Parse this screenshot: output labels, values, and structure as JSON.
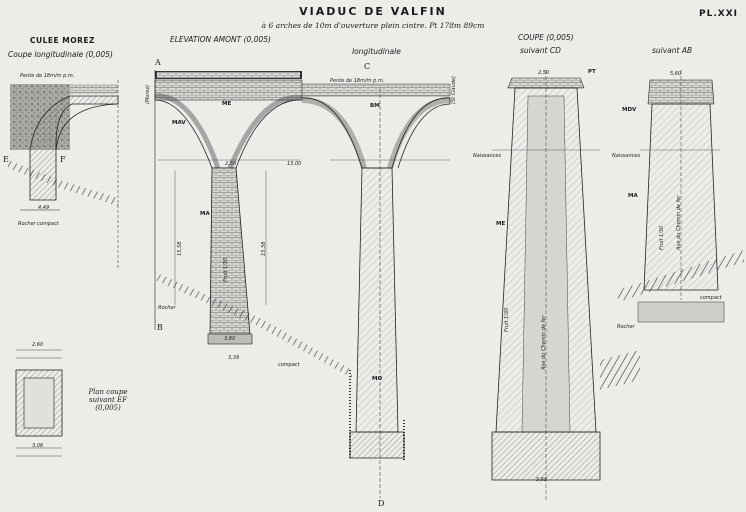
{
  "title": "VIADUC DE VALFIN",
  "subtitle": "à 6 arches de 10m d'ouverture plein cintre. Pt 178m 89cm",
  "plate": "PL.XXI",
  "headings": {
    "culee": "CULEE MOREZ",
    "coupe_longitudinale": "Coupe longitudinale (0,005)",
    "elevation": "ELEVATION AMONT (0,005)",
    "longitudinale": "longitudinale",
    "coupe": "COUPE (0,005)",
    "suivant_cd": "suivant CD",
    "suivant_ab": "suivant AB"
  },
  "plan_caption": "Plan coupe suivant EF (0,005)",
  "letters": {
    "A": "A",
    "B": "B",
    "C": "C",
    "D": "D",
    "E": "E",
    "F": "F"
  },
  "notes": {
    "rocher_compact": "Rocher compact",
    "rocher": "Rocher",
    "compact": "compact",
    "pente": "Pente de 18m/m p.m.",
    "naissances": "Naissances",
    "axe_chemin": "Axe du Chemin de fer",
    "fruit": "Fruit 1/30",
    "morez": "(Morez)",
    "st_claude": "(St Claude)"
  },
  "material_labels": [
    "ME",
    "MA",
    "MAV",
    "MO",
    "BM",
    "PT",
    "MDV",
    "ME",
    "MA"
  ],
  "dimensions": [
    "4,49",
    "3,80",
    "2,50",
    "15,58",
    "15,58",
    "13,00",
    "3,39",
    "2,50",
    "5,65",
    "5,60",
    "3,06",
    "2,60"
  ]
}
